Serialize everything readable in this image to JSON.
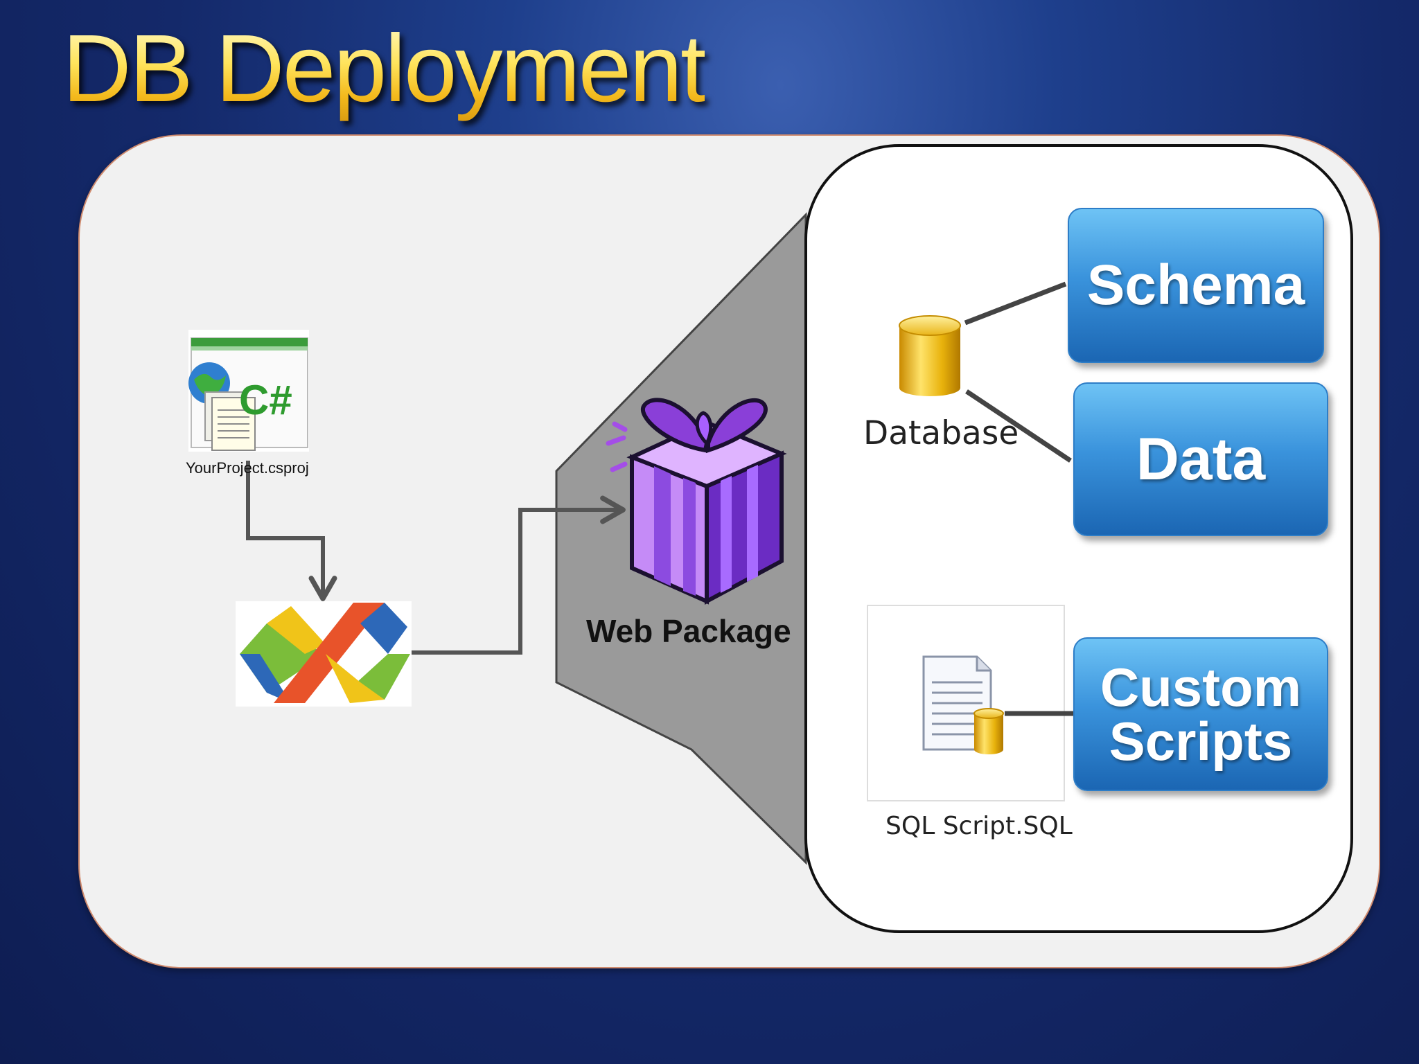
{
  "title": "DB Deployment",
  "project_label": "YourProject.csproj",
  "package_label": "Web Package",
  "database_label": "Database",
  "sql_script_label": "SQL Script.SQL",
  "boxes": {
    "schema": "Schema",
    "data": "Data",
    "custom_line1": "Custom",
    "custom_line2": "Scripts"
  },
  "icons": {
    "project": "csharp-project-icon",
    "msbuild": "visual-studio-logo-icon",
    "package": "gift-box-icon",
    "database": "database-cylinder-icon",
    "sql_script": "sql-script-file-icon"
  },
  "colors": {
    "title_gold": "#f3c21e",
    "background_blue": "#14296a",
    "box_blue": "#2d7dc7",
    "gift_purple": "#8a3fd8"
  }
}
